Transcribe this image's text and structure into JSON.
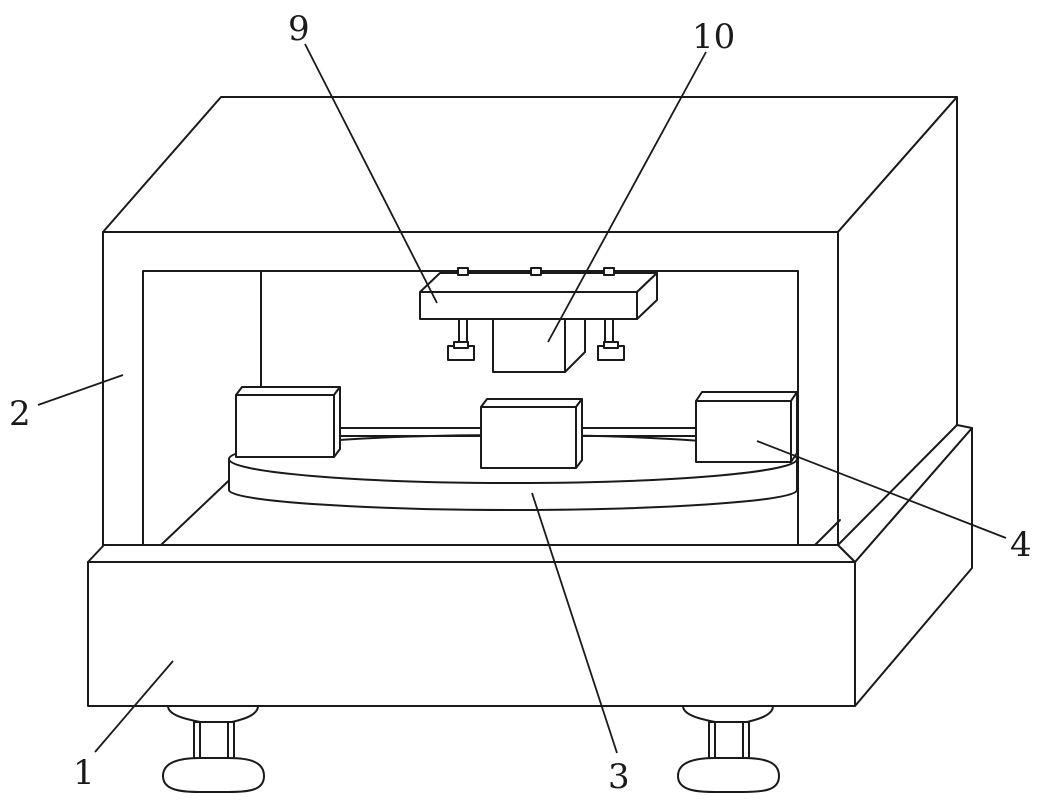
{
  "figure": {
    "callouts": [
      {
        "id": "c9",
        "text": "9"
      },
      {
        "id": "c10",
        "text": "10"
      },
      {
        "id": "c2",
        "text": "2"
      },
      {
        "id": "c4",
        "text": "4"
      },
      {
        "id": "c1",
        "text": "1"
      },
      {
        "id": "c3",
        "text": "3"
      }
    ]
  }
}
